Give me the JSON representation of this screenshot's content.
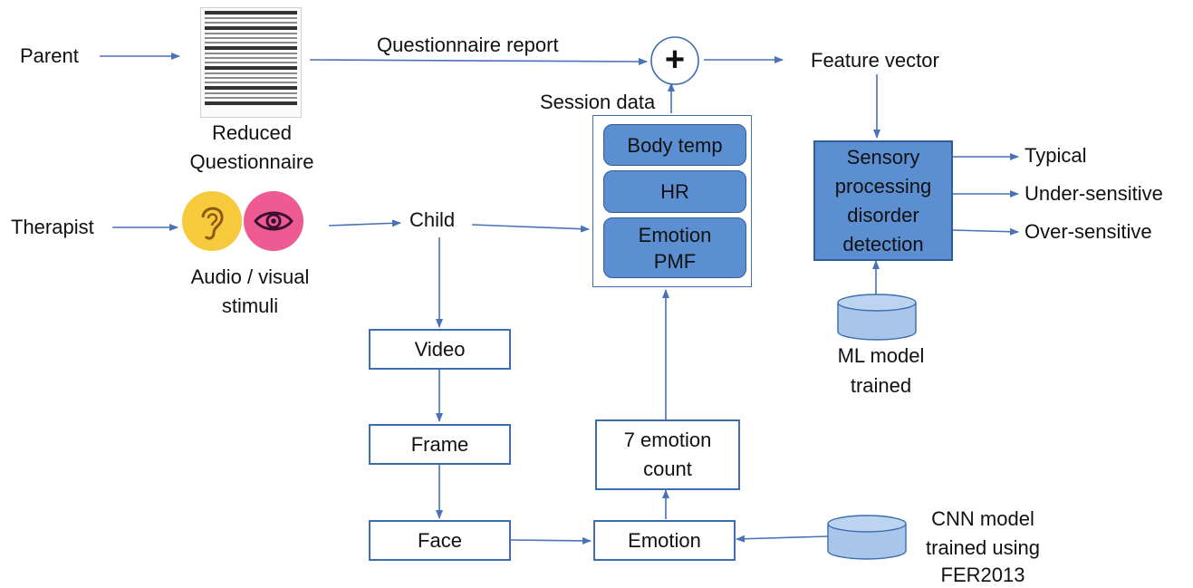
{
  "inputs": {
    "parent": "Parent",
    "therapist": "Therapist"
  },
  "questionnaire": {
    "edge_label": "Questionnaire report",
    "caption_line1": "Reduced",
    "caption_line2": "Questionnaire"
  },
  "stimuli": {
    "caption_line1": "Audio / visual",
    "caption_line2": "stimuli",
    "icons": [
      "ear-icon",
      "eye-icon"
    ],
    "colors": {
      "ear_bg": "#f7c93c",
      "eye_bg": "#ee5a92"
    }
  },
  "child": "Child",
  "pipeline": {
    "video": "Video",
    "frame": "Frame",
    "face": "Face",
    "emotion": "Emotion",
    "count_line1": "7 emotion",
    "count_line2": "count"
  },
  "cnn": {
    "line1": "CNN model",
    "line2": "trained using",
    "line3": "FER2013"
  },
  "session": {
    "label": "Session data",
    "body_temp": "Body temp",
    "hr": "HR",
    "emotion_line1": "Emotion",
    "emotion_line2": "PMF"
  },
  "combine_symbol": "+",
  "feature_vector": "Feature vector",
  "classifier": {
    "line1": "Sensory",
    "line2": "processing",
    "line3": "disorder",
    "line4": "detection"
  },
  "ml_model": {
    "line1": "ML model",
    "line2": "trained"
  },
  "outputs": [
    "Typical",
    "Under-sensitive",
    "Over-sensitive"
  ],
  "colors": {
    "arrow": "#4a72b8",
    "box_border": "#3b6db0",
    "block_fill": "#5b8fd1",
    "db_fill": "#a9c6ea"
  }
}
